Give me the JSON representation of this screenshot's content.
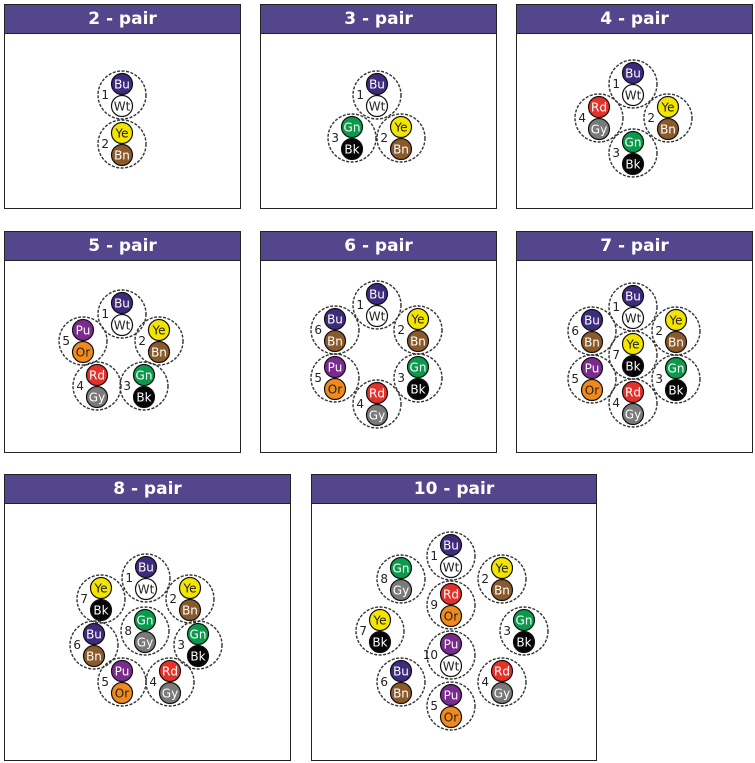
{
  "colors": {
    "Bu": {
      "fill": "#3f2b7d",
      "text": "#ffffff"
    },
    "Wt": {
      "fill": "#ffffff",
      "text": "#222222"
    },
    "Ye": {
      "fill": "#f4e500",
      "text": "#222222"
    },
    "Bn": {
      "fill": "#8a5a2a",
      "text": "#ffffff"
    },
    "Gn": {
      "fill": "#0b9a4b",
      "text": "#ffffff"
    },
    "Bk": {
      "fill": "#050505",
      "text": "#ffffff"
    },
    "Rd": {
      "fill": "#e4322a",
      "text": "#ffffff"
    },
    "Gy": {
      "fill": "#7a7a7a",
      "text": "#ffffff"
    },
    "Pu": {
      "fill": "#7b2b8e",
      "text": "#ffffff"
    },
    "Or": {
      "fill": "#f08a1c",
      "text": "#222222"
    }
  },
  "header_color": "#54468c",
  "panels": [
    {
      "title": "2 - pair",
      "pairs": [
        {
          "n": "1",
          "a": "Bu",
          "b": "Wt"
        },
        {
          "n": "2",
          "a": "Ye",
          "b": "Bn"
        }
      ]
    },
    {
      "title": "3 - pair",
      "pairs": [
        {
          "n": "1",
          "a": "Bu",
          "b": "Wt"
        },
        {
          "n": "2",
          "a": "Ye",
          "b": "Bn"
        },
        {
          "n": "3",
          "a": "Gn",
          "b": "Bk"
        }
      ]
    },
    {
      "title": "4 - pair",
      "pairs": [
        {
          "n": "1",
          "a": "Bu",
          "b": "Wt"
        },
        {
          "n": "2",
          "a": "Ye",
          "b": "Bn"
        },
        {
          "n": "3",
          "a": "Gn",
          "b": "Bk"
        },
        {
          "n": "4",
          "a": "Rd",
          "b": "Gy"
        }
      ]
    },
    {
      "title": "5 - pair",
      "pairs": [
        {
          "n": "1",
          "a": "Bu",
          "b": "Wt"
        },
        {
          "n": "2",
          "a": "Ye",
          "b": "Bn"
        },
        {
          "n": "3",
          "a": "Gn",
          "b": "Bk"
        },
        {
          "n": "4",
          "a": "Rd",
          "b": "Gy"
        },
        {
          "n": "5",
          "a": "Pu",
          "b": "Or"
        }
      ]
    },
    {
      "title": "6 - pair",
      "pairs": [
        {
          "n": "1",
          "a": "Bu",
          "b": "Wt"
        },
        {
          "n": "2",
          "a": "Ye",
          "b": "Bn"
        },
        {
          "n": "3",
          "a": "Gn",
          "b": "Bk"
        },
        {
          "n": "4",
          "a": "Rd",
          "b": "Gy"
        },
        {
          "n": "5",
          "a": "Pu",
          "b": "Or"
        },
        {
          "n": "6",
          "a": "Bu",
          "b": "Bn"
        }
      ]
    },
    {
      "title": "7 - pair",
      "pairs": [
        {
          "n": "1",
          "a": "Bu",
          "b": "Wt"
        },
        {
          "n": "2",
          "a": "Ye",
          "b": "Bn"
        },
        {
          "n": "3",
          "a": "Gn",
          "b": "Bk"
        },
        {
          "n": "4",
          "a": "Rd",
          "b": "Gy"
        },
        {
          "n": "5",
          "a": "Pu",
          "b": "Or"
        },
        {
          "n": "6",
          "a": "Bu",
          "b": "Bn"
        },
        {
          "n": "7",
          "a": "Ye",
          "b": "Bk"
        }
      ]
    },
    {
      "title": "8 - pair",
      "pairs": [
        {
          "n": "1",
          "a": "Bu",
          "b": "Wt"
        },
        {
          "n": "2",
          "a": "Ye",
          "b": "Bn"
        },
        {
          "n": "3",
          "a": "Gn",
          "b": "Bk"
        },
        {
          "n": "4",
          "a": "Rd",
          "b": "Gy"
        },
        {
          "n": "5",
          "a": "Pu",
          "b": "Or"
        },
        {
          "n": "6",
          "a": "Bu",
          "b": "Bn"
        },
        {
          "n": "7",
          "a": "Ye",
          "b": "Bk"
        },
        {
          "n": "8",
          "a": "Gn",
          "b": "Gy"
        }
      ]
    },
    {
      "title": "10 - pair",
      "pairs": [
        {
          "n": "1",
          "a": "Bu",
          "b": "Wt"
        },
        {
          "n": "2",
          "a": "Ye",
          "b": "Bn"
        },
        {
          "n": "3",
          "a": "Gn",
          "b": "Bk"
        },
        {
          "n": "4",
          "a": "Rd",
          "b": "Gy"
        },
        {
          "n": "5",
          "a": "Pu",
          "b": "Or"
        },
        {
          "n": "6",
          "a": "Bu",
          "b": "Bn"
        },
        {
          "n": "7",
          "a": "Ye",
          "b": "Bk"
        },
        {
          "n": "8",
          "a": "Gn",
          "b": "Gy"
        },
        {
          "n": "9",
          "a": "Rd",
          "b": "Or"
        },
        {
          "n": "10",
          "a": "Pu",
          "b": "Wt"
        }
      ]
    }
  ]
}
